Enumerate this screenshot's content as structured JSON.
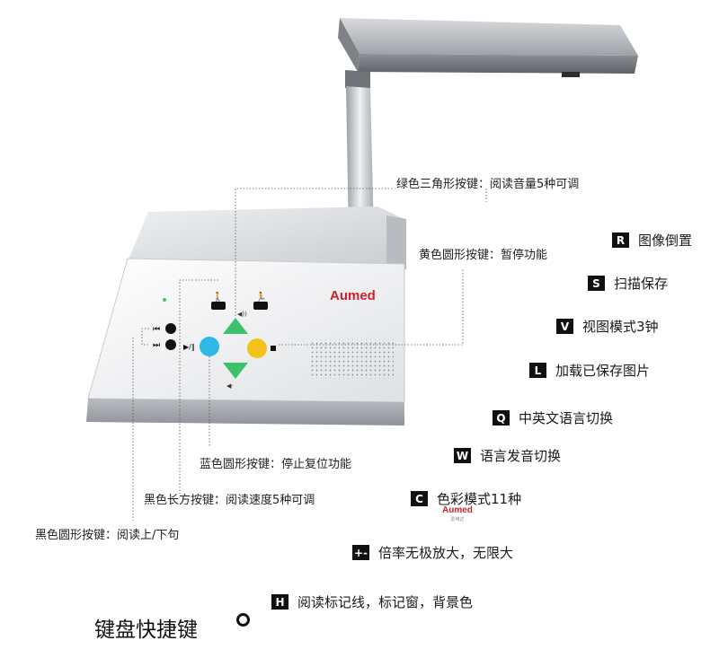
{
  "brand": {
    "logo": "Aumed",
    "accent": "#d0202a"
  },
  "device_buttons": {
    "left_top_glyph": "⏮",
    "left_bottom_glyph": "⏭",
    "play_pause_glyph": "▶/‖"
  },
  "callouts": {
    "green": "绿色三角形按键：阅读音量5种可调",
    "yellow": "黄色圆形按键：暂停功能",
    "blue": "蓝色圆形按键：停止复位功能",
    "black_rect": "黑色长方按键：阅读速度5种可调",
    "black_round": "黑色圆形按键：阅读上/下句"
  },
  "shortcuts": [
    {
      "key": "R",
      "label": "图像倒置"
    },
    {
      "key": "S",
      "label": "扫描保存"
    },
    {
      "key": "V",
      "label": "视图模式3钟"
    },
    {
      "key": "L",
      "label": "加载已保存图片"
    },
    {
      "key": "Q",
      "label": "中英文语言切换"
    },
    {
      "key": "W",
      "label": "语言发音切换"
    },
    {
      "key": "C",
      "label": "色彩模式11种"
    },
    {
      "key": "+-",
      "label": "倍率无极放大，无限大"
    },
    {
      "key": "H",
      "label": "阅读标记线，标记窗，背景色"
    }
  ],
  "color_mode_logo": {
    "text": "Aumed",
    "sub": "爱维达"
  },
  "footer": {
    "title": "键盘快捷键"
  },
  "colors": {
    "green_button": "#3ec16a",
    "yellow_button": "#f4c21c",
    "blue_button": "#2fb7e8",
    "black_button": "#111111"
  }
}
